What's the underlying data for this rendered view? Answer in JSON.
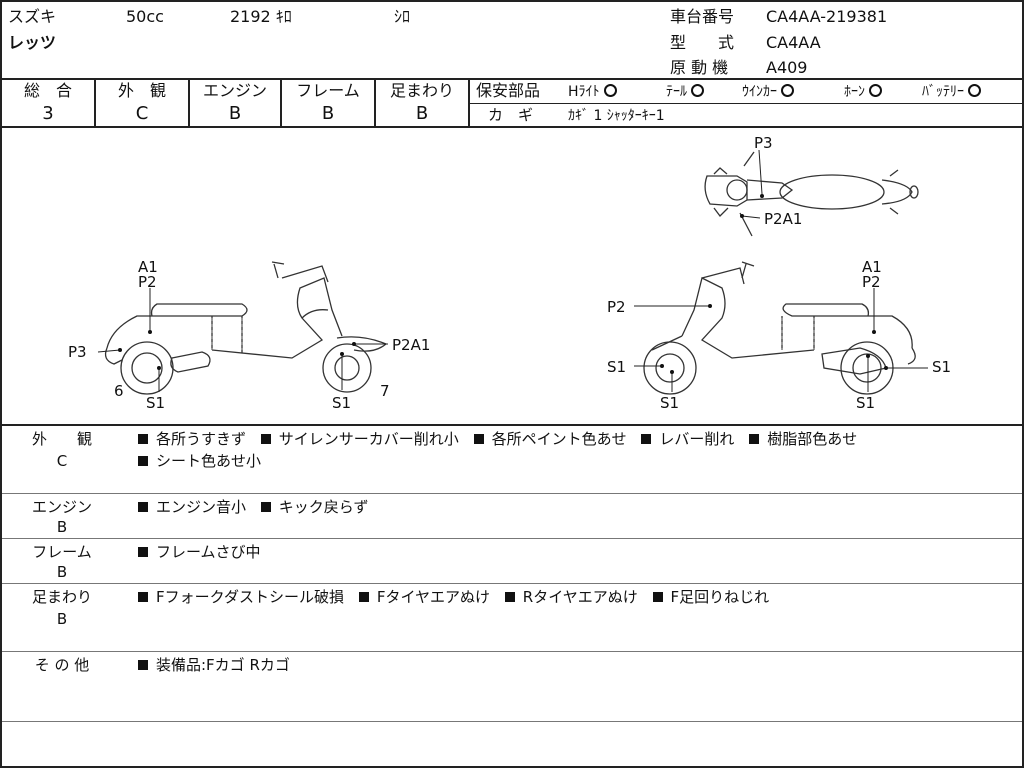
{
  "header": {
    "maker": "スズキ",
    "displacement": "50cc",
    "mileage": "2192 ｷﾛ",
    "color": "ｼﾛ",
    "model_name": "レッツ",
    "frame_no_label": "車台番号",
    "frame_no": "CA4AA-219381",
    "type_label": "型　　式",
    "type": "CA4AA",
    "engine_label": "原 動 機",
    "engine": "A409"
  },
  "grades": [
    {
      "label": "総　合",
      "value": "3"
    },
    {
      "label": "外　観",
      "value": "C"
    },
    {
      "label": "エンジン",
      "value": "B"
    },
    {
      "label": "フレーム",
      "value": "B"
    },
    {
      "label": "足まわり",
      "value": "B"
    }
  ],
  "safety": {
    "title": "保安部品",
    "items": [
      {
        "label": "Hﾗｲﾄ",
        "mark": "O"
      },
      {
        "label": "ﾃｰﾙ",
        "mark": "O"
      },
      {
        "label": "ｳｲﾝｶｰ",
        "mark": "O"
      },
      {
        "label": "ﾎｰﾝ",
        "mark": "O"
      },
      {
        "label": "ﾊﾞｯﾃﾘｰ",
        "mark": "O"
      }
    ],
    "key_label": "カ　ギ",
    "key_value": "ｶｷﾞ 1 ｼｬｯﾀｰｷｰ1"
  },
  "diagram": {
    "top_view": {
      "p3": "P3",
      "p2a1": "P2A1"
    },
    "left_view": {
      "a1": "A1",
      "p2": "P2",
      "p3": "P3",
      "p2a1": "P2A1",
      "n6": "6",
      "n7": "7",
      "s1a": "S1",
      "s1b": "S1"
    },
    "right_view": {
      "a1": "A1",
      "p2top": "P2",
      "p2": "P2",
      "s1a": "S1",
      "s1b": "S1",
      "s1c": "S1",
      "s1d": "S1"
    }
  },
  "notes": [
    {
      "cat": "外　　観",
      "grade": "C",
      "lines": [
        [
          "各所うすきず",
          "サイレンサーカバー削れ小",
          "各所ペイント色あせ",
          "レバー削れ",
          "樹脂部色あせ"
        ],
        [
          "シート色あせ小"
        ]
      ]
    },
    {
      "cat": "エンジン",
      "grade": "B",
      "lines": [
        [
          "エンジン音小",
          "キック戻らず"
        ]
      ]
    },
    {
      "cat": "フレーム",
      "grade": "B",
      "lines": [
        [
          "フレームさび中"
        ]
      ]
    },
    {
      "cat": "足まわり",
      "grade": "B",
      "lines": [
        [
          "Fフォークダストシール破損",
          "Fタイヤエアぬけ",
          "Rタイヤエアぬけ",
          "F足回りねじれ"
        ]
      ]
    },
    {
      "cat": "そ の 他",
      "grade": "",
      "lines": [
        [
          "装備品:Fカゴ Rカゴ"
        ]
      ]
    }
  ]
}
